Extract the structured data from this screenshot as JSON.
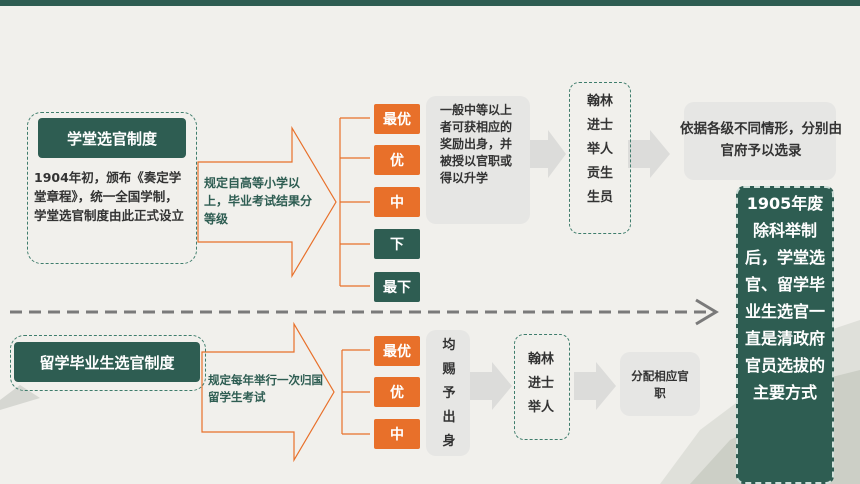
{
  "section1": {
    "title": "学堂选官制度",
    "desc": "1904年初，颁布《奏定学堂章程》，统一全国学制，学堂选官制度由此正式设立",
    "rule": "规定自高等小学以上，毕业考试结果分等级",
    "grades": [
      "最优",
      "优",
      "中",
      "下",
      "最下"
    ],
    "reward": "一般中等以上者可获相应的奖励出身，并被授以官职或得以升学",
    "titles": "翰林进士举人贡生生员",
    "outcome": "依据各级不同情形，分别由官府予以选录"
  },
  "section2": {
    "title": "留学毕业生选官制度",
    "rule": "规定每年举行一次归国留学生考试",
    "grades": [
      "最优",
      "优",
      "中"
    ],
    "reward": "均赐予出身",
    "titles": "翰林进士举人",
    "outcome": "分配相应官职"
  },
  "summary": "1905年废除科举制后，学堂选官、留学毕业生选官一直是清政府官员选拔的主要方式",
  "colors": {
    "teal": "#2e5d52",
    "orange": "#e8702a",
    "grey": "#e6e6e4",
    "line": "#e8702a"
  }
}
